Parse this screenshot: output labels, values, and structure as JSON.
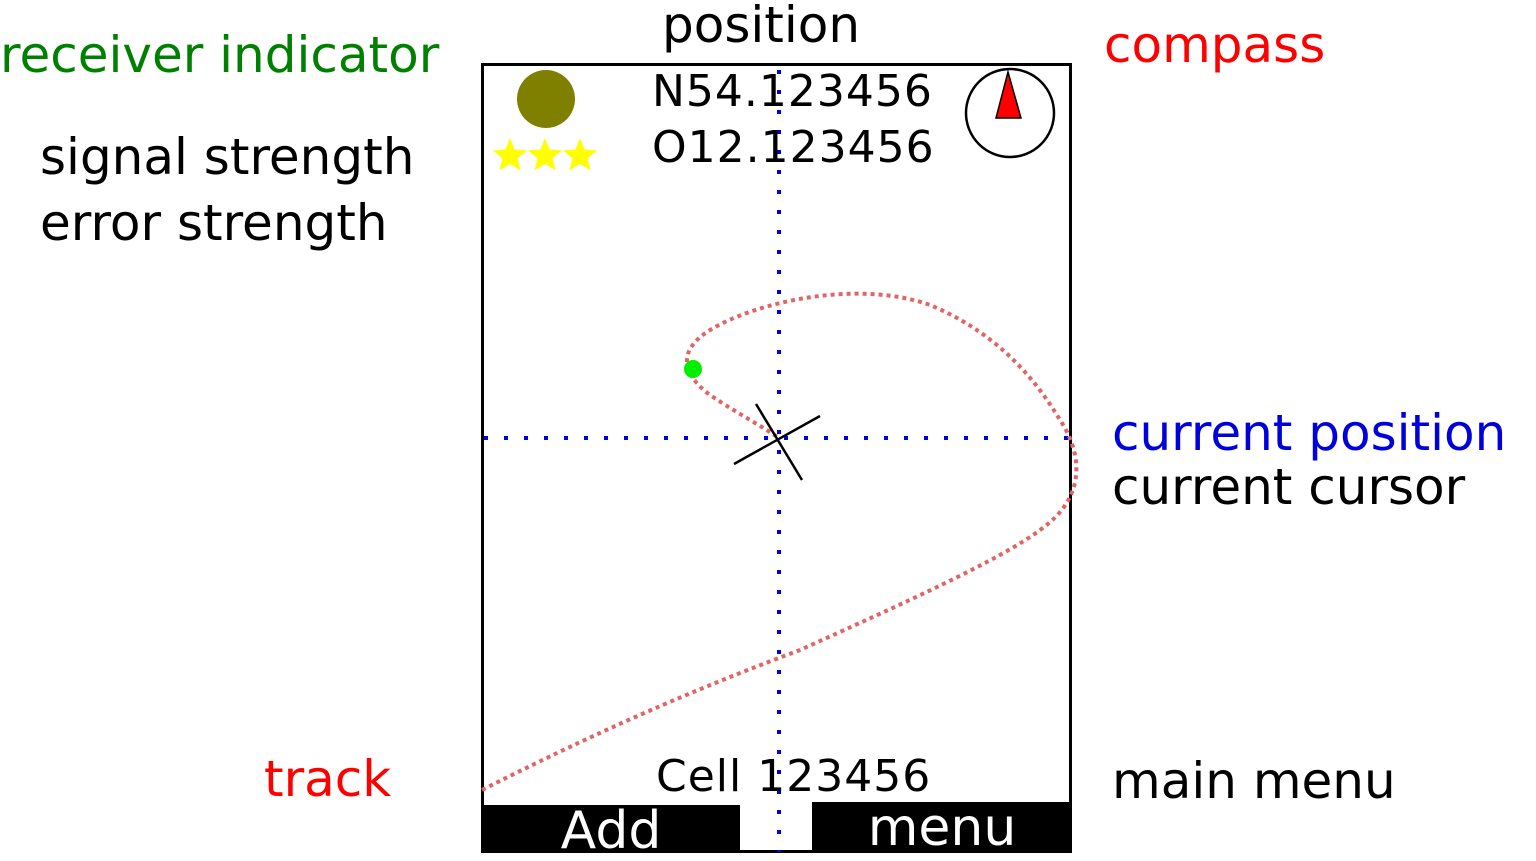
{
  "annotations": {
    "position": "position",
    "receiver_indicator": "receiver indicator",
    "compass": "compass",
    "signal_strength": "signal strength",
    "error_strength": "error strength",
    "current_position": "current position",
    "current_cursor": "current cursor",
    "track": "track",
    "main_menu": "main menu"
  },
  "screen": {
    "latitude": "N54.123456",
    "longitude": "O12.123456",
    "cell": "Cell 123456",
    "softkey_left": "Add",
    "softkey_right": "menu",
    "signal_stars": 3
  },
  "colors": {
    "receiver_indicator": "#808000",
    "stars": "#ffff00",
    "compass_needle": "#ff0000",
    "crosshair": "#0000dd",
    "track": "#e06666",
    "track_start": "#00ee00",
    "annotation_green": "#008000",
    "annotation_red": "#ff0000",
    "annotation_blue": "#0000dd"
  },
  "icons": {
    "receiver": "receiver-indicator-icon",
    "signal": "star-icon",
    "compass": "compass-icon",
    "cursor": "cursor-cross-icon"
  }
}
